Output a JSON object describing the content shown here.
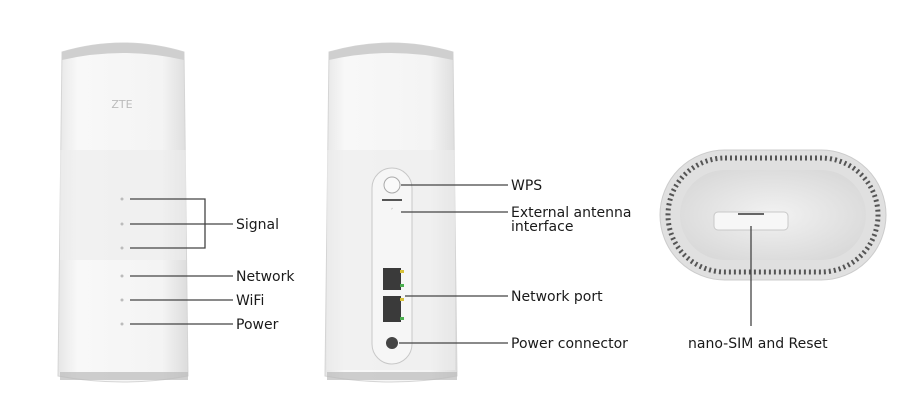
{
  "front": {
    "brand": "ZTE",
    "labels": {
      "signal": "Signal",
      "network": "Network",
      "wifi": "WiFi",
      "power": "Power"
    }
  },
  "back": {
    "labels": {
      "wps": "WPS",
      "antenna_line1": "External antenna",
      "antenna_line2": "interface",
      "network_port": "Network port",
      "power_connector": "Power connector"
    }
  },
  "top": {
    "labels": {
      "sim": "nano-SIM and Reset"
    }
  }
}
